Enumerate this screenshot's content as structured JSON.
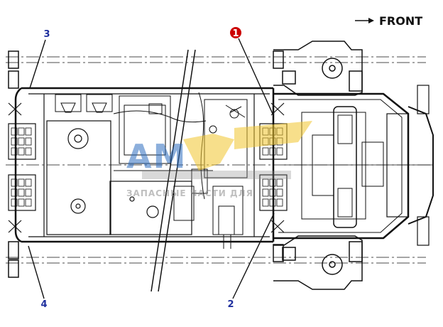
{
  "direction": {
    "label": "FRONT"
  },
  "callouts": [
    {
      "id": "1",
      "text": "1",
      "color": "#cc0000",
      "highlighted": true
    },
    {
      "id": "2",
      "text": "2",
      "color": "#1f2f9e"
    },
    {
      "id": "3",
      "text": "3",
      "color": "#1f2f9e"
    },
    {
      "id": "4",
      "text": "4",
      "color": "#1f2f9e"
    }
  ],
  "watermark": {
    "brand": "AM",
    "tagline": "ЗАПАСНЫЕ ЧАСТИ ДЛЯ",
    "colors": {
      "blue": "#2f6fc0",
      "yellow": "#f2c62e",
      "gray": "#8c8c8c"
    }
  },
  "colors": {
    "line": "#111111",
    "background": "#ffffff"
  }
}
